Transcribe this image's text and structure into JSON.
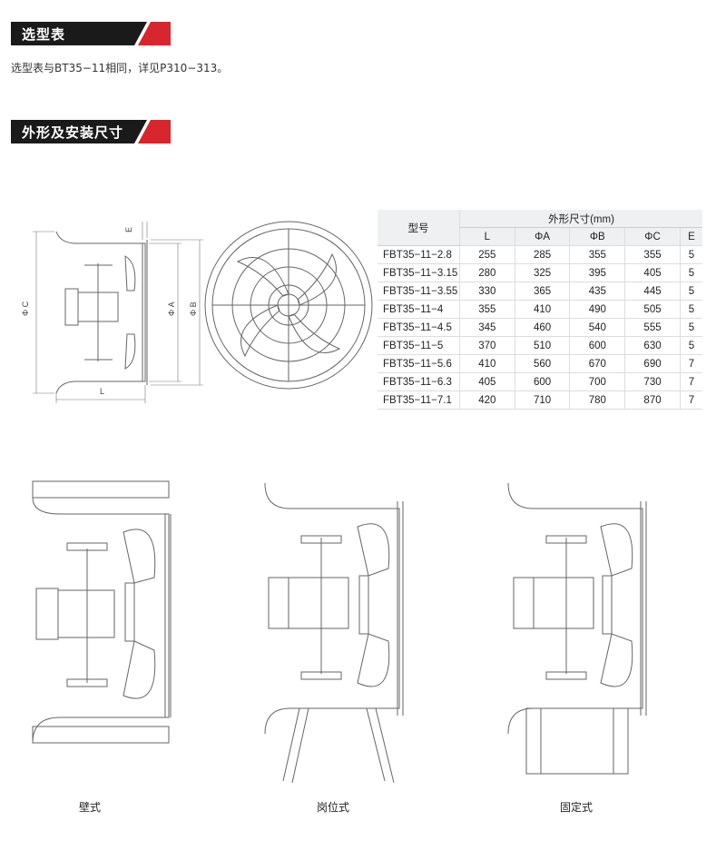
{
  "section_selection": {
    "title": "选型表"
  },
  "selection_note": "选型表与BT35−11相同，详见P310−313。",
  "section_dimensions": {
    "title": "外形及安装尺寸"
  },
  "diagram_labels": {
    "phi_c": "Φ C",
    "phi_a": "Φ A",
    "phi_b": "Φ B",
    "l": "L",
    "e": "E"
  },
  "table": {
    "header_model": "型号",
    "header_group": "外形尺寸(mm)",
    "columns": [
      "L",
      "ΦA",
      "ΦB",
      "ΦC",
      "E"
    ],
    "rows": [
      [
        "FBT35−11−2.8",
        "255",
        "285",
        "355",
        "355",
        "5"
      ],
      [
        "FBT35−11−3.15",
        "280",
        "325",
        "395",
        "405",
        "5"
      ],
      [
        "FBT35−11−3.55",
        "330",
        "365",
        "435",
        "445",
        "5"
      ],
      [
        "FBT35−11−4",
        "355",
        "410",
        "490",
        "505",
        "5"
      ],
      [
        "FBT35−11−4.5",
        "345",
        "460",
        "540",
        "555",
        "5"
      ],
      [
        "FBT35−11−5",
        "370",
        "510",
        "600",
        "630",
        "5"
      ],
      [
        "FBT35−11−5.6",
        "410",
        "560",
        "670",
        "690",
        "7"
      ],
      [
        "FBT35−11−6.3",
        "405",
        "600",
        "700",
        "730",
        "7"
      ],
      [
        "FBT35−11−7.1",
        "420",
        "710",
        "780",
        "870",
        "7"
      ]
    ]
  },
  "captions": {
    "wall": "壁式",
    "post": "岗位式",
    "fixed": "固定式"
  },
  "colors": {
    "header_bg": "#1a1a1a",
    "accent_red": "#d7262e"
  }
}
